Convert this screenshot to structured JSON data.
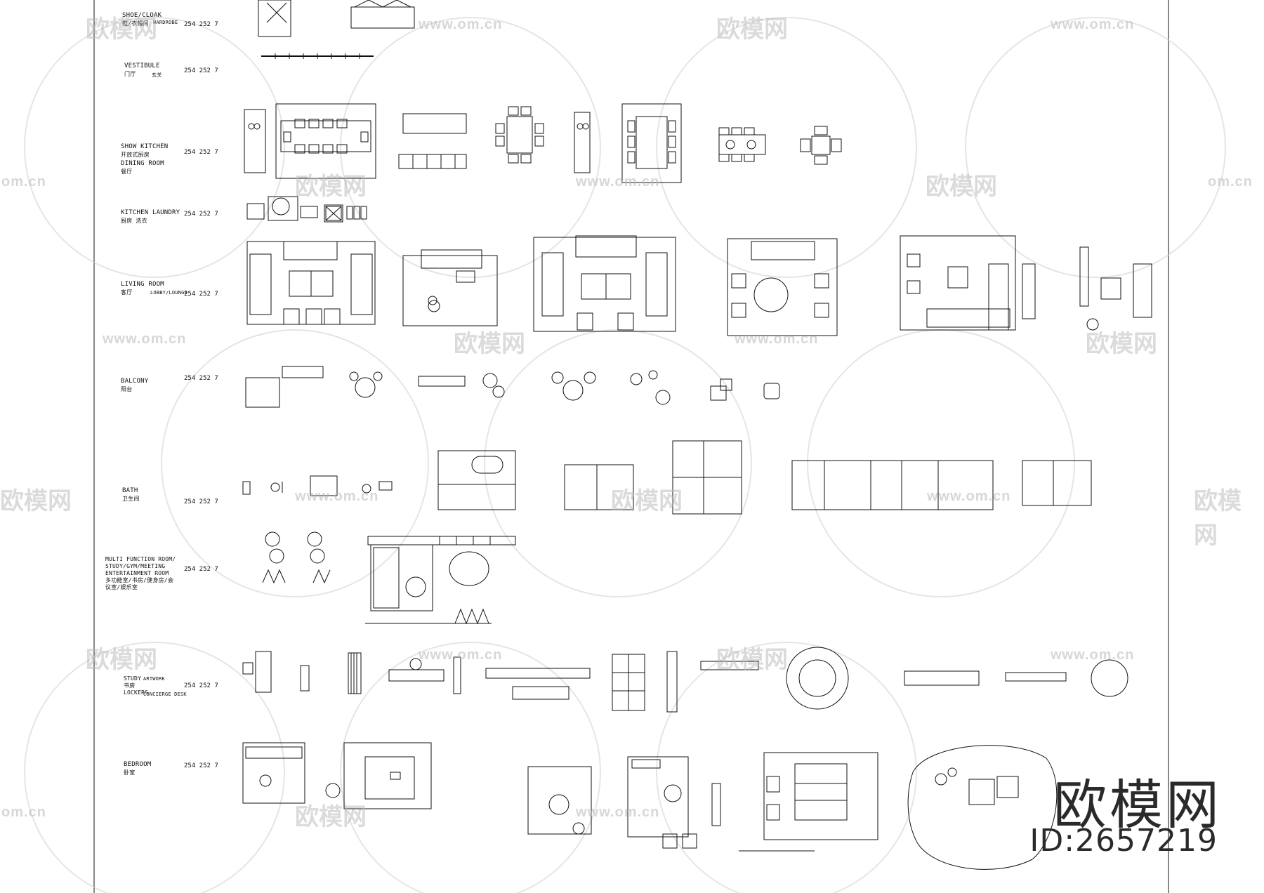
{
  "sheet": {
    "categories": [
      {
        "key": "shoe",
        "label": "SHOE/CLOAK",
        "sub": "鞋/衣帽间",
        "extra": "WARDROBE",
        "code": "254 252 7"
      },
      {
        "key": "vestibule",
        "label": "VESTIBULE",
        "sub": "门厅",
        "extra": "玄关",
        "code": "254 252 7"
      },
      {
        "key": "kitchen_dining",
        "label": "SHOW KITCHEN",
        "sub": "开放式厨房",
        "label2": "DINING ROOM",
        "sub2": "餐厅",
        "code": "254 252 7"
      },
      {
        "key": "kitchen_laundry",
        "label": "KITCHEN LAUNDRY",
        "sub": "厨房 洗衣",
        "code": "254 252 7"
      },
      {
        "key": "living",
        "label": "LIVING ROOM",
        "sub": "客厅",
        "extra": "LOBBY/LOUNGE",
        "code": "254 252 7"
      },
      {
        "key": "balcony",
        "label": "BALCONY",
        "sub": "阳台",
        "code": "254 252 7"
      },
      {
        "key": "bath",
        "label": "BATH",
        "sub": "卫生间",
        "code": "254 252 7"
      },
      {
        "key": "multi",
        "label": "MULTI FUNCTION ROOM/",
        "label2": "STUDY/GYM/MEETING",
        "label3": "ENTERTAINMENT ROOM",
        "sub": "多功能室/书房/健身房/会议室/娱乐室",
        "code": "254 252 7"
      },
      {
        "key": "study",
        "label": "STUDY",
        "sub": "书房",
        "extra": "ARTWORK",
        "label2": "LOCKERS",
        "label3": "CONCIERGE DESK",
        "code": "254 252 7"
      },
      {
        "key": "bedroom",
        "label": "BEDROOM",
        "sub": "卧室",
        "code": "254 252 7"
      }
    ],
    "watermark": {
      "url": "www.om.cn",
      "url_partial": "om.cn",
      "brand": "欧模网",
      "brand_partial": "欧模网"
    },
    "logo": {
      "brand": "欧模网",
      "id": "ID:2657219"
    },
    "colors": {
      "line": "#111111",
      "watermark": "#b8b8b8",
      "background": "#ffffff"
    }
  }
}
